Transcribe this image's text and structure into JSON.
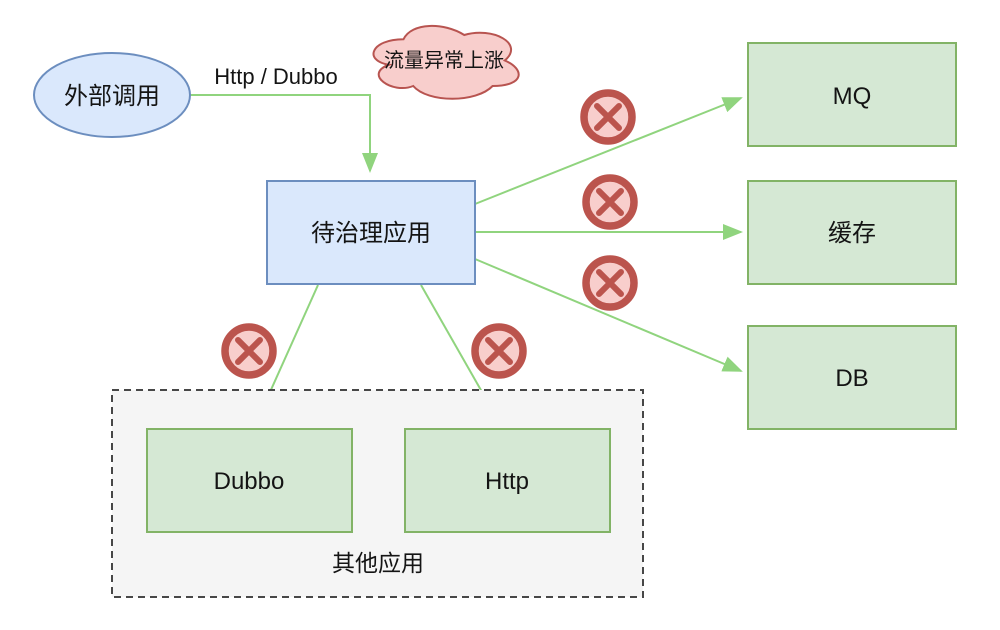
{
  "diagram_title": "traffic-governance-diagram",
  "nodes": {
    "external_call": {
      "label": "外部调用",
      "shape": "ellipse"
    },
    "app": {
      "label": "待治理应用",
      "shape": "rectangle"
    },
    "mq": {
      "label": "MQ",
      "shape": "rectangle"
    },
    "cache": {
      "label": "缓存",
      "shape": "rectangle"
    },
    "db": {
      "label": "DB",
      "shape": "rectangle"
    },
    "dubbo": {
      "label": "Dubbo",
      "shape": "rectangle"
    },
    "http": {
      "label": "Http",
      "shape": "rectangle"
    },
    "other_apps": {
      "label": "其他应用",
      "shape": "dashed-container"
    }
  },
  "annotations": {
    "edge_label": "Http / Dubbo",
    "cloud_label": "流量异常上涨"
  },
  "edges": [
    {
      "from": "external_call",
      "to": "app",
      "label": "Http / Dubbo"
    },
    {
      "from": "app",
      "to": "mq",
      "blocked": true
    },
    {
      "from": "app",
      "to": "cache",
      "blocked": true
    },
    {
      "from": "app",
      "to": "db",
      "blocked": true
    },
    {
      "from": "app",
      "to": "dubbo",
      "blocked": true
    },
    {
      "from": "app",
      "to": "http",
      "blocked": true
    }
  ],
  "icons": {
    "blocked": "x-circle-icon"
  },
  "colors": {
    "blue_fill": "#dae8fc",
    "blue_stroke": "#6c8ebf",
    "green_fill": "#d5e8d4",
    "green_stroke": "#82b366",
    "red_fill": "#f8cecc",
    "red_stroke": "#b85450",
    "icon_stroke": "#bb544d",
    "arrow": "#90d47e",
    "container_fill": "#f5f5f5",
    "container_stroke": "#474747",
    "text": "#141414"
  }
}
